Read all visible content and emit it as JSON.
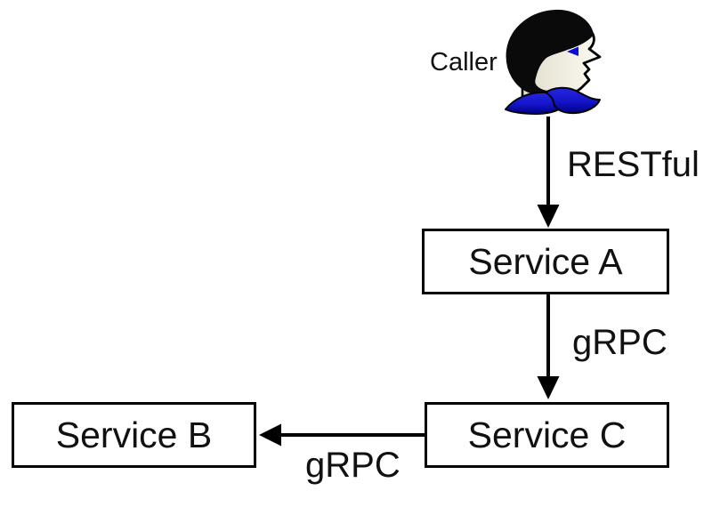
{
  "diagram": {
    "type": "flow-diagram",
    "background_color": "#ffffff",
    "line_color": "#000000",
    "node_fill": "#ffffff",
    "accent_blue": "#1c1cd2",
    "collar_navy": "#000080",
    "face_color": "#f2efe4",
    "hair_color": "#0a0a0a",
    "actor": {
      "label": "Caller",
      "icon": "person-head-icon"
    },
    "nodes": [
      {
        "id": "service-a",
        "label": "Service A"
      },
      {
        "id": "service-b",
        "label": "Service B"
      },
      {
        "id": "service-c",
        "label": "Service C"
      }
    ],
    "edges": [
      {
        "from": "Caller",
        "to": "Service A",
        "label": "RESTful",
        "direction": "down"
      },
      {
        "from": "Service A",
        "to": "Service C",
        "label": "gRPC",
        "direction": "down"
      },
      {
        "from": "Service C",
        "to": "Service B",
        "label": "gRPC",
        "direction": "left"
      }
    ]
  }
}
